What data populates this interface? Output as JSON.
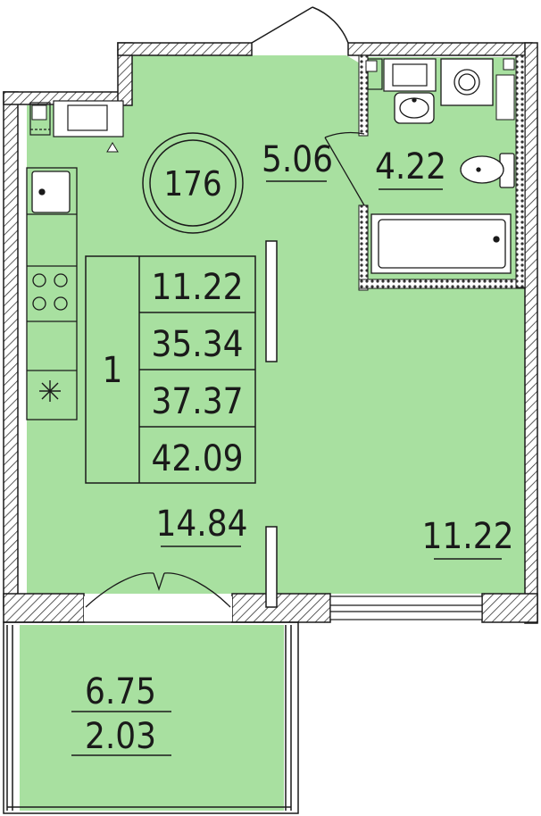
{
  "colors": {
    "floor": "#a8e0a0",
    "wall_outline": "#1a1a1a",
    "hatch": "#444444",
    "background": "#ffffff"
  },
  "apartment": {
    "number": "176",
    "rooms_count": "1",
    "summary_areas": [
      "11.22",
      "35.34",
      "37.37",
      "42.09"
    ]
  },
  "rooms": {
    "hall": "5.06",
    "bathroom": "4.22",
    "kitchen_living": "14.84",
    "room": "11.22",
    "loggia_area": "6.75",
    "loggia_reduced": "2.03"
  },
  "icons": {
    "stove": "stove-icon",
    "sink": "kitchen-sink-icon",
    "fan": "ventilation-icon",
    "toilet": "toilet-icon",
    "bathtub": "bathtub-icon",
    "washbasin": "washbasin-icon",
    "washer": "washing-machine-icon"
  }
}
